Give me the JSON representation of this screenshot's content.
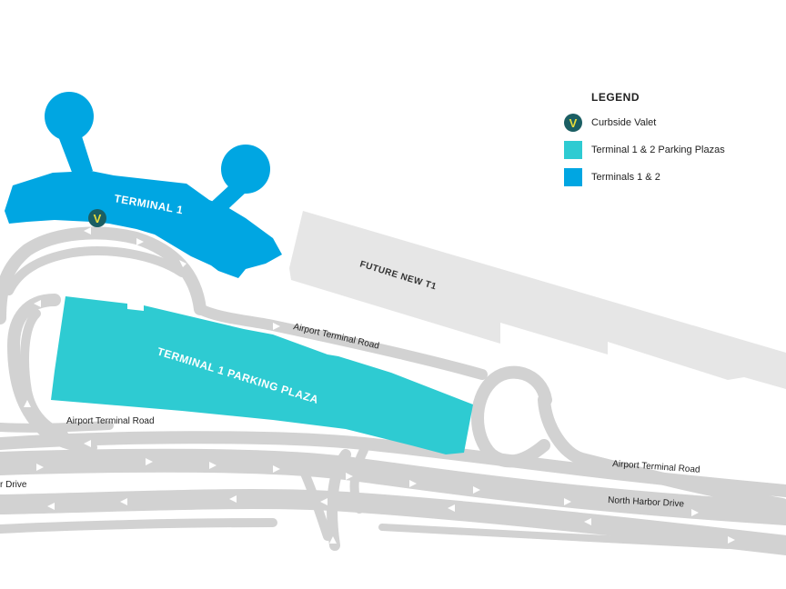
{
  "legend": {
    "title": "LEGEND",
    "items": [
      {
        "key": "valet",
        "label": "Curbside Valet",
        "color": "#1b5e63",
        "symbol": "V"
      },
      {
        "key": "plazas",
        "label": "Terminal 1 & 2 Parking Plazas",
        "color": "#2ecbd2"
      },
      {
        "key": "terminals",
        "label": "Terminals 1 & 2",
        "color": "#00a6e2"
      }
    ]
  },
  "map": {
    "terminal_label": "TERMINAL 1",
    "future_label": "FUTURE NEW T1",
    "parking_label": "TERMINAL 1 PARKING PLAZA",
    "valet_symbol": "V",
    "roads": {
      "airport_terminal_road": "Airport Terminal Road",
      "north_harbor_drive": "North Harbor Drive",
      "harbor_drive_fragment": "r Drive"
    },
    "colors": {
      "terminal": "#00a6e2",
      "parking": "#2ecbd2",
      "future": "#e6e6e6",
      "road": "#d2d2d2",
      "valet": "#1b5e63",
      "valet_text": "#e8dc3a"
    }
  }
}
